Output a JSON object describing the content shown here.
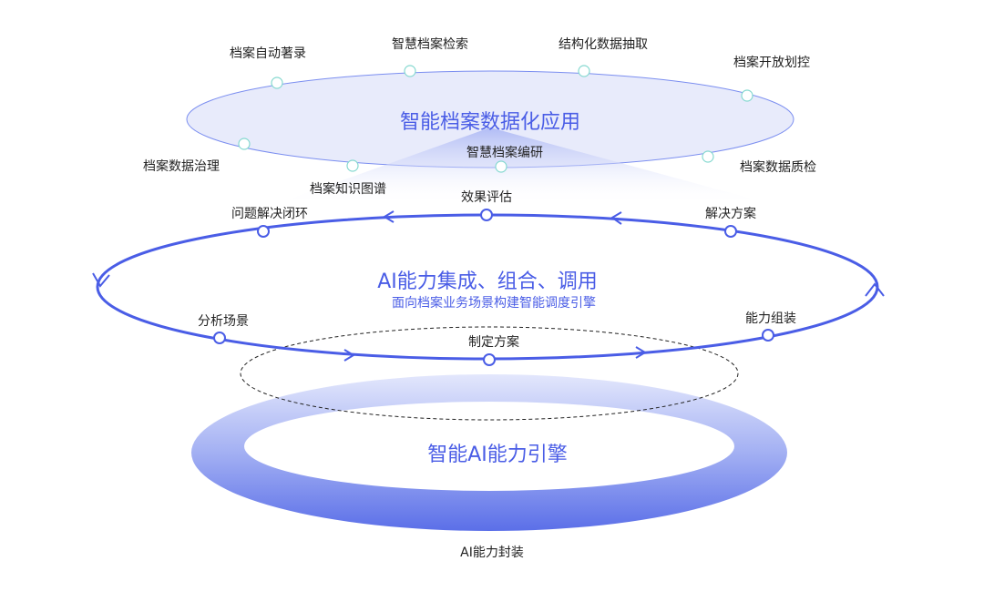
{
  "top_layer": {
    "title": "智能档案数据化应用",
    "items": [
      "档案自动著录",
      "智慧档案检索",
      "结构化数据抽取",
      "档案开放划控",
      "档案数据治理",
      "档案知识图谱",
      "智慧档案编研",
      "档案数据质检"
    ]
  },
  "middle_layer": {
    "title": "AI能力集成、组合、调用",
    "subtitle": "面向档案业务场景构建智能调度引擎",
    "steps": [
      "问题解决闭环",
      "效果评估",
      "解决方案",
      "分析场景",
      "制定方案",
      "能力组装"
    ]
  },
  "bottom_layer": {
    "title": "智能AI能力引擎",
    "caption": "AI能力封装"
  },
  "colors": {
    "accent": "#4a5de6",
    "top_fill": "#e8ebfb",
    "node_stroke": "#7fd8d0"
  }
}
